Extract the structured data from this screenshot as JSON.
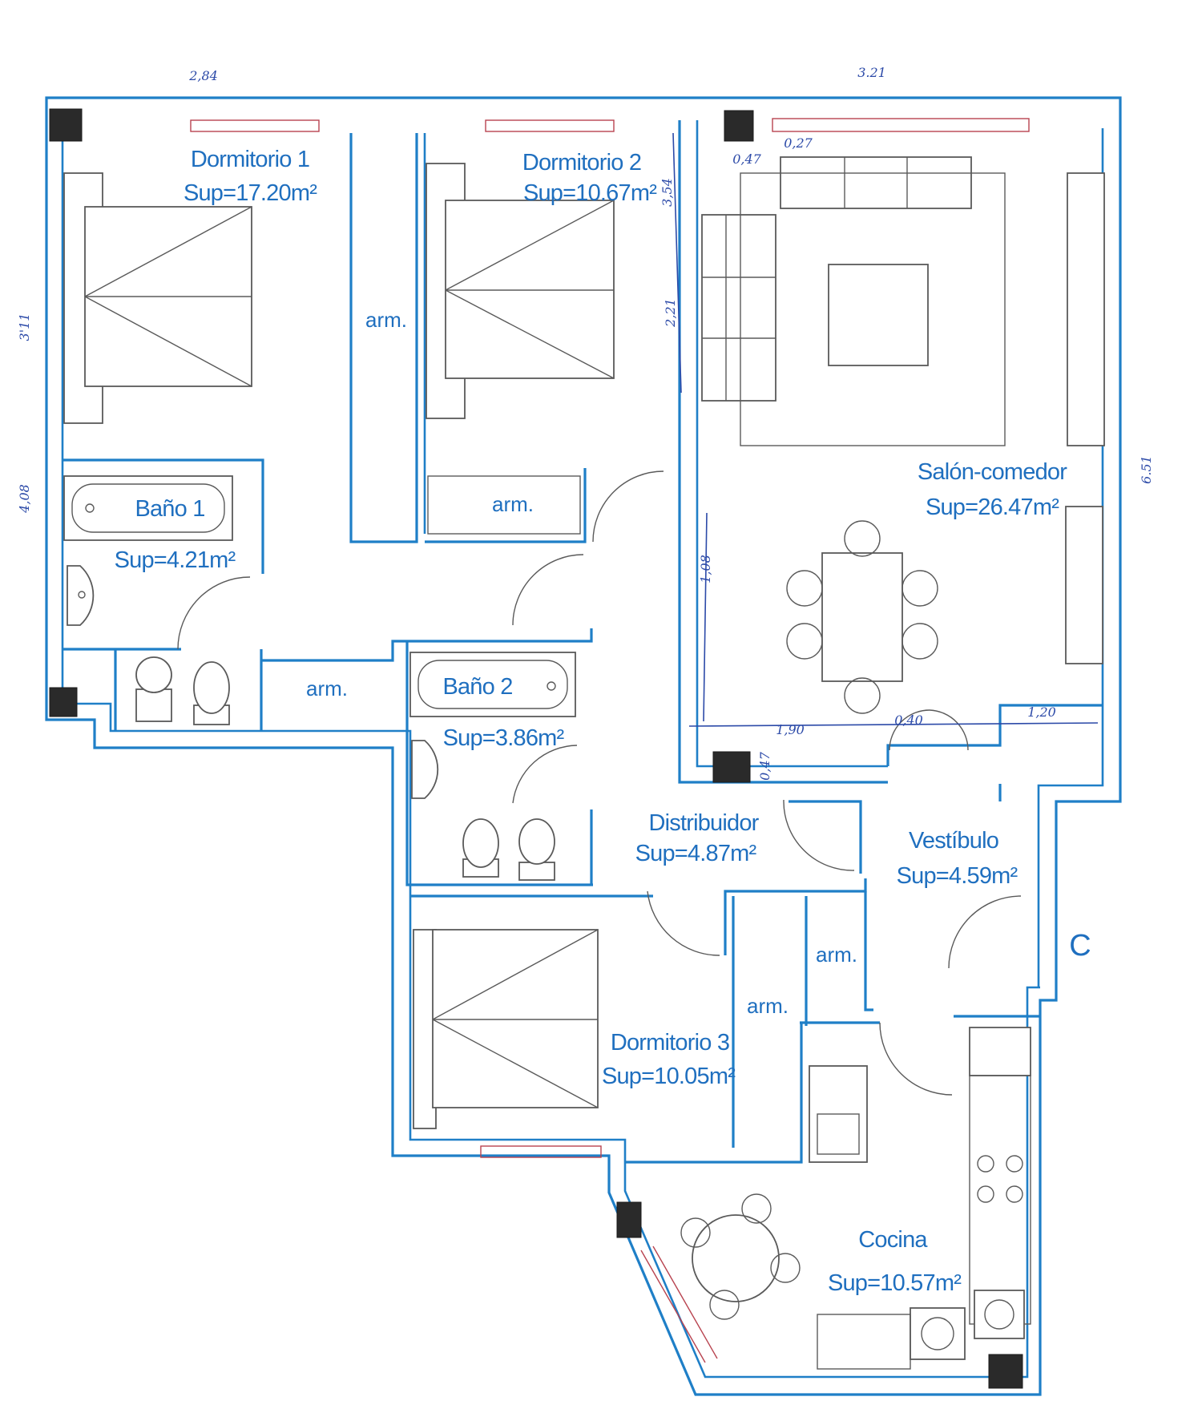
{
  "rooms": {
    "dormitorio1": {
      "name": "Dormitorio 1",
      "area": "Sup=17.20m²"
    },
    "dormitorio2": {
      "name": "Dormitorio 2",
      "area": "Sup=10.67m²"
    },
    "salon": {
      "name": "Salón-comedor",
      "area": "Sup=26.47m²"
    },
    "bano1": {
      "name": "Baño 1",
      "area": "Sup=4.21m²"
    },
    "bano2": {
      "name": "Baño 2",
      "area": "Sup=3.86m²"
    },
    "distribuidor": {
      "name": "Distribuidor",
      "area": "Sup=4.87m²"
    },
    "vestibulo": {
      "name": "Vestíbulo",
      "area": "Sup=4.59m²"
    },
    "dormitorio3": {
      "name": "Dormitorio 3",
      "area": "Sup=10.05m²"
    },
    "cocina": {
      "name": "Cocina",
      "area": "Sup=10.57m²"
    }
  },
  "wardrobe_label": "arm.",
  "unit_letter": "C",
  "handwritten": {
    "top_left": "2,84",
    "top_right": "3.21",
    "left_upper": "3'11",
    "left_lower": "4,08",
    "right": "6.51",
    "salon_a": "0,47",
    "salon_b": "0,27",
    "d2_side": "3,54",
    "d2_mid": "2,21",
    "salon_wall": "1,08",
    "bottom_a": "1,90",
    "bottom_b": "0,40",
    "bottom_c": "1,20",
    "bottom_d": "0,47"
  },
  "colors": {
    "wall": "#1f7fc7",
    "label": "#1f6fbf",
    "pen": "#2c4aa8",
    "window": "#b8434f"
  }
}
